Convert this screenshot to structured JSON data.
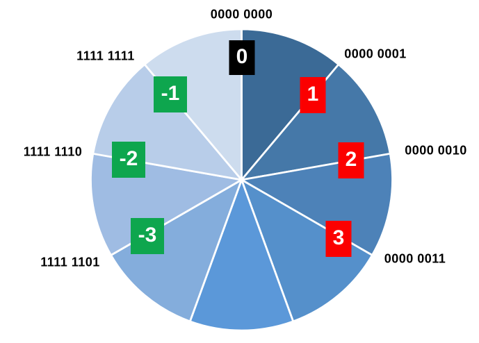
{
  "wheel": {
    "background": "#FFFFFF",
    "text_color": "#000000",
    "badge_text_color": "#FFFFFF",
    "slice_colors": [
      "#3B6A96",
      "#4578A8",
      "#4D82B8",
      "#5590CB",
      "#5B98D9",
      "#84ADDC",
      "#9FBCE3",
      "#B8CDE9",
      "#CDDCEE"
    ],
    "spokes": [
      {
        "value": "0",
        "binary": "0000 0000",
        "badge_color": "#000000"
      },
      {
        "value": "1",
        "binary": "0000 0001",
        "badge_color": "#FB0000"
      },
      {
        "value": "2",
        "binary": "0000 0010",
        "badge_color": "#FB0000"
      },
      {
        "value": "3",
        "binary": "0000 0011",
        "badge_color": "#FB0000"
      },
      {
        "value": "-3",
        "binary": "1111 1101",
        "badge_color": "#0EA64E"
      },
      {
        "value": "-2",
        "binary": "1111 1110",
        "badge_color": "#0EA64E"
      },
      {
        "value": "-1",
        "binary": "1111 1111",
        "badge_color": "#0EA64E"
      }
    ]
  }
}
